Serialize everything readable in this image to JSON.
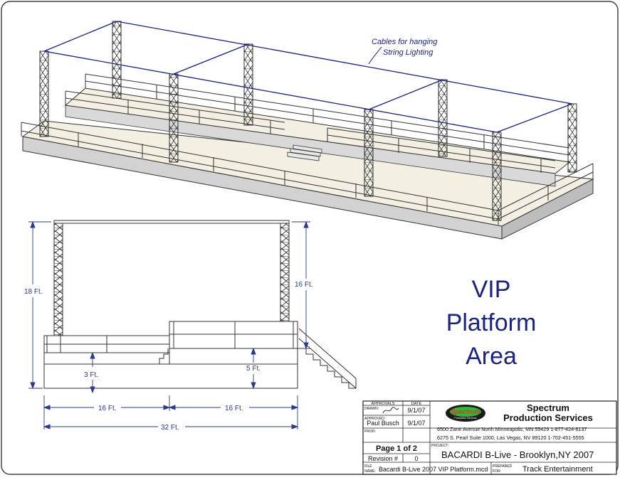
{
  "annotation": {
    "line1": "Cables for hanging",
    "line2": "String Lighting"
  },
  "heading": {
    "line1": "VIP",
    "line2": "Platform",
    "line3": "Area"
  },
  "dimensions": {
    "truss_height": "18 Ft.",
    "frame_height": "16 Ft.",
    "low_deck_height": "3 Ft.",
    "high_deck_height": "5 Ft.",
    "left_width": "16 Ft.",
    "right_width": "16 Ft.",
    "total_width": "32 Ft."
  },
  "title_block": {
    "approvals_header": "APPROVALS",
    "date_header": "DATE",
    "drawn_label": "DRAWN:",
    "drawn_date": "9/1/07",
    "approved_label": "APPROVED:",
    "approved_name": "Paul Busch",
    "approved_date": "9/1/07",
    "prod_label": "PROD:",
    "page": "Page 1 of 2",
    "revision_label": "Revision #",
    "revision_value": "0",
    "logo_text": "Spectrum",
    "logo_sub": "Production Services",
    "company_line1": "Spectrum",
    "company_line2": "Production Services",
    "address1": "6500 Zane Avenue North   Minneapolis, MN  55429    1-877-424-6137",
    "address2": "6275 S. Pearl  Suite 1000, Las Vegas, NV  89120    1-702-451-5555",
    "project_label": "PROJECT:",
    "project": "BACARDI  B-Live  - Brooklyn,NY 2007",
    "file_label1": "FILE",
    "file_label2": "NAME:",
    "file_name": "Bacardi B-Live 2007 VIP Platform.mcd",
    "prepared_label1": "PREPARED",
    "prepared_label2": "FOR:",
    "prepared_for": "Track Entertainment"
  },
  "colors": {
    "navy": "#1a237e",
    "deck": "#f3efe2",
    "skirt": "#cfcfcf",
    "line": "#222222"
  }
}
